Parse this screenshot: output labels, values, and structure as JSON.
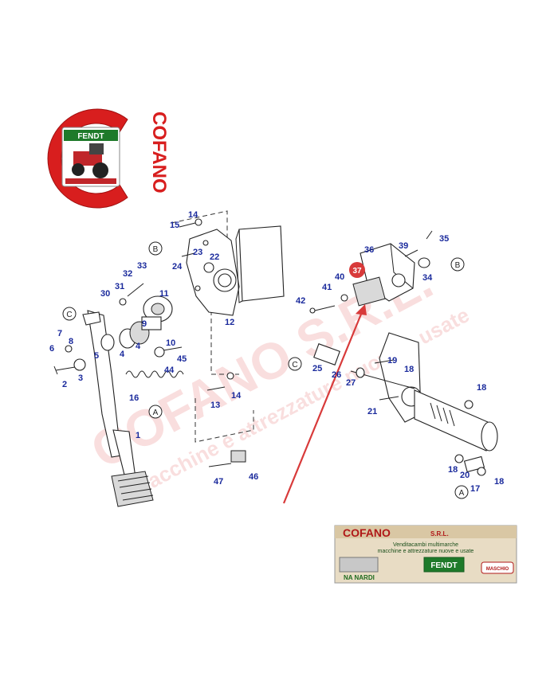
{
  "logo": {
    "brand_text": "COFANO",
    "badge_text": "FENDT",
    "accent_color": "#d81e1e"
  },
  "watermark": {
    "line1": "COFANO S.R.L.",
    "line2": "macchine e attrezzature nuove e usate"
  },
  "banner": {
    "title": "COFANO",
    "title_suffix": "S.R.L.",
    "subtitle_line1": "Venditacambi multimarche",
    "subtitle_line2": "macchine e attrezzature nuove e usate",
    "brands": [
      "NA NARDI",
      "FENDT",
      "MASCHIO"
    ]
  },
  "highlight": {
    "part": "37",
    "color": "#d83a3a"
  },
  "ref_markers": [
    "B",
    "C",
    "A",
    "C",
    "B",
    "A"
  ],
  "part_numbers": {
    "p1": "1",
    "p2": "2",
    "p3": "3",
    "p4a": "4",
    "p4b": "4",
    "p5": "5",
    "p6": "6",
    "p7": "7",
    "p8": "8",
    "p9": "9",
    "p10": "10",
    "p11": "11",
    "p12": "12",
    "p13": "13",
    "p14a": "14",
    "p14b": "14",
    "p15": "15",
    "p16": "16",
    "p17": "17",
    "p18a": "18",
    "p18b": "18",
    "p18c": "18",
    "p18d": "18",
    "p19": "19",
    "p20": "20",
    "p21": "21",
    "p22": "22",
    "p23": "23",
    "p24": "24",
    "p25": "25",
    "p26": "26",
    "p27": "27",
    "p30": "30",
    "p31": "31",
    "p32": "32",
    "p33": "33",
    "p34": "34",
    "p35": "35",
    "p36": "36",
    "p39": "39",
    "p40": "40",
    "p41": "41",
    "p42": "42",
    "p44": "44",
    "p45": "45",
    "p46": "46",
    "p47": "47"
  }
}
